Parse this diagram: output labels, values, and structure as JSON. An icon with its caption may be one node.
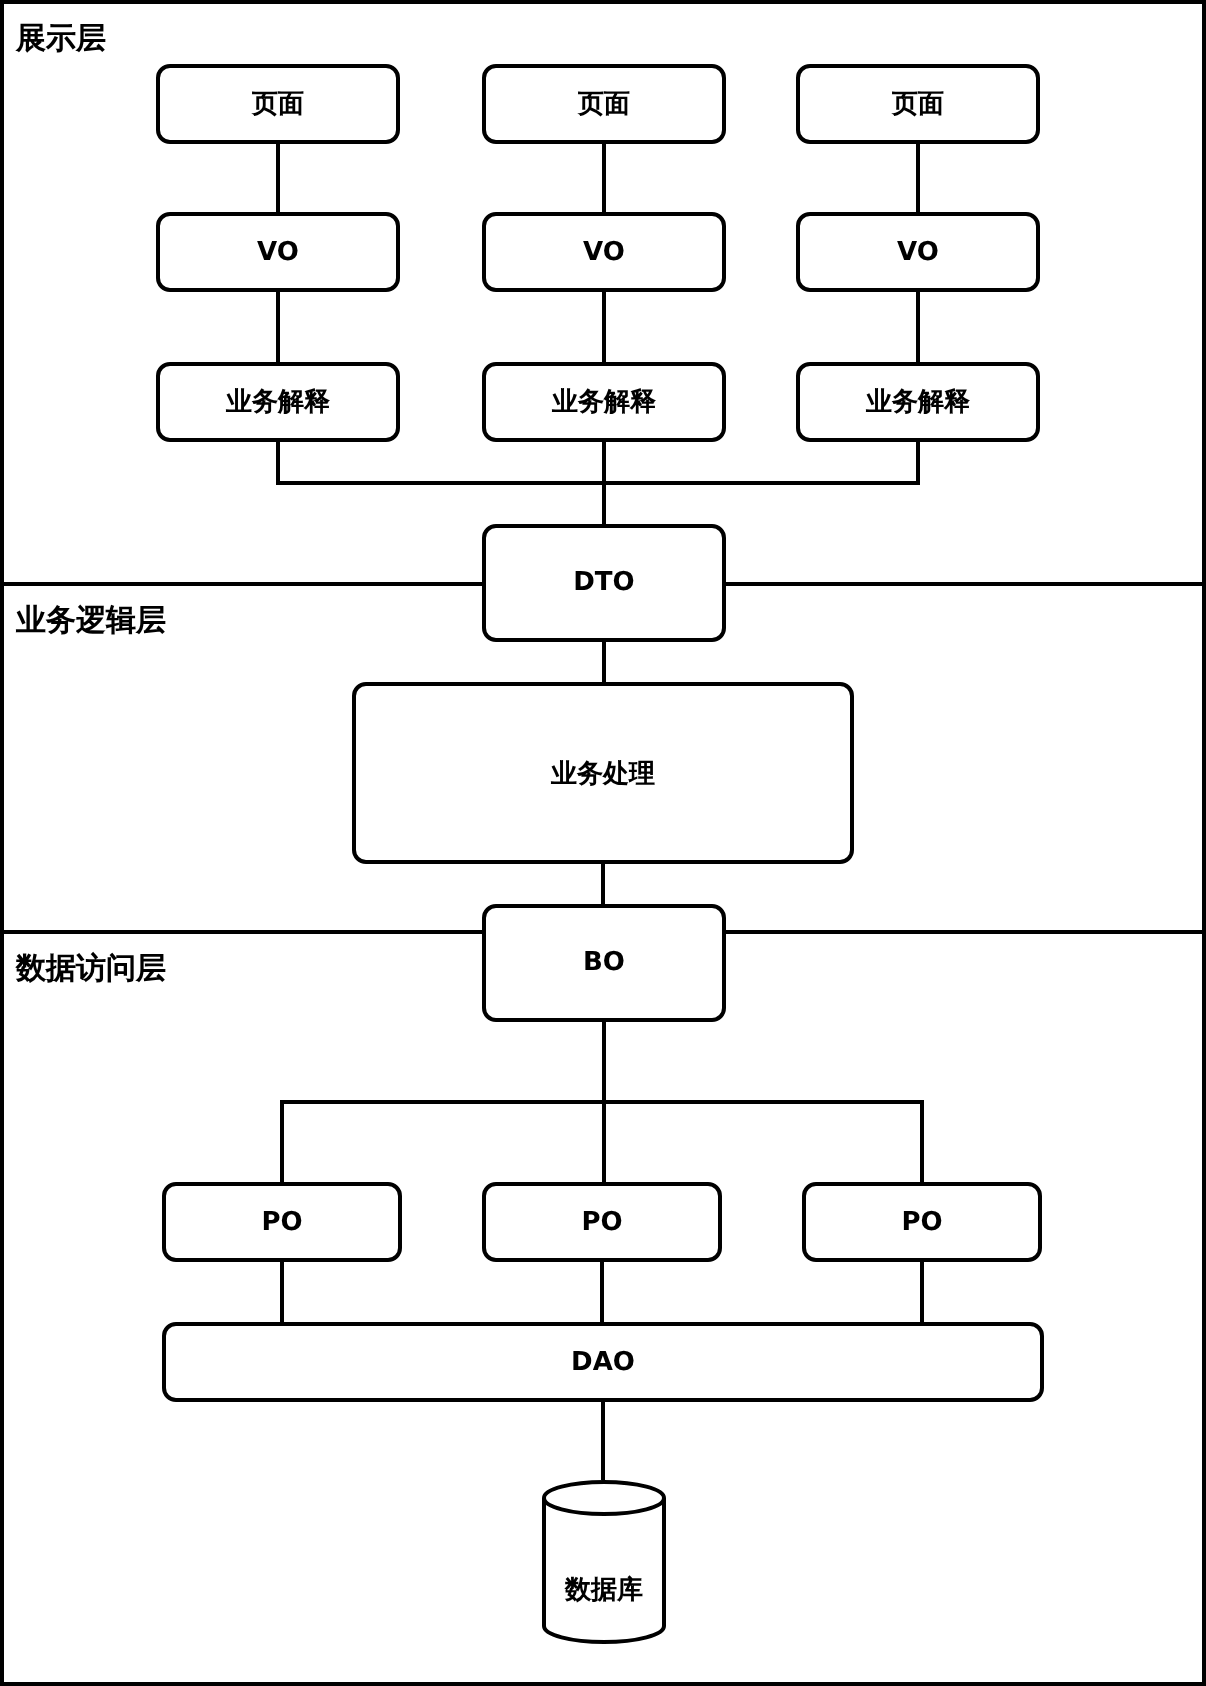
{
  "diagram": {
    "nodes": [
      {
        "text": [
          "展示层"
        ]
      },
      {
        "text": [
          "页面"
        ],
        "in": 0
      },
      {
        "text": [
          "页面"
        ],
        "in": 0
      },
      {
        "text": [
          "页面"
        ],
        "in": 0
      },
      {
        "text": [
          "VO"
        ],
        "in": 0
      },
      {
        "text": [
          "VO"
        ],
        "in": 0
      },
      {
        "text": [
          "VO"
        ],
        "in": 0
      },
      {
        "text": [
          "业务解释"
        ],
        "in": 0
      },
      {
        "text": [
          "业务解释"
        ],
        "in": 0
      },
      {
        "text": [
          "业务解释"
        ],
        "in": 0
      },
      {
        "text": [
          "DTO"
        ]
      },
      {
        "text": [
          "业务逻辑层"
        ]
      },
      {
        "text": [
          "业务处理"
        ],
        "in": 11
      },
      {
        "text": [
          "BO"
        ]
      },
      {
        "text": [
          "数据访问层"
        ]
      },
      {
        "text": [
          "PO"
        ],
        "in": 14
      },
      {
        "text": [
          "PO"
        ],
        "in": 14
      },
      {
        "text": [
          "PO"
        ],
        "in": 14
      },
      {
        "text": [
          "DAO"
        ],
        "in": 14
      },
      {
        "text": [
          "数据库"
        ],
        "in": 14
      }
    ],
    "edges": [
      {
        "from": 1,
        "to": 4,
        "arrow": "none"
      },
      {
        "from": 2,
        "to": 5,
        "arrow": "none"
      },
      {
        "from": 3,
        "to": 6,
        "arrow": "none"
      },
      {
        "from": 4,
        "to": 7,
        "arrow": "none"
      },
      {
        "from": 5,
        "to": 8,
        "arrow": "none"
      },
      {
        "from": 6,
        "to": 9,
        "arrow": "none"
      },
      {
        "from": 7,
        "to": 10,
        "arrow": "none"
      },
      {
        "from": 8,
        "to": 10,
        "arrow": "none"
      },
      {
        "from": 9,
        "to": 10,
        "arrow": "none"
      },
      {
        "from": 10,
        "to": 12,
        "arrow": "none"
      },
      {
        "from": 12,
        "to": 13,
        "arrow": "none"
      },
      {
        "from": 13,
        "to": 15,
        "arrow": "none"
      },
      {
        "from": 13,
        "to": 16,
        "arrow": "none"
      },
      {
        "from": 13,
        "to": 17,
        "arrow": "none"
      },
      {
        "from": 15,
        "to": 18,
        "arrow": "none"
      },
      {
        "from": 16,
        "to": 18,
        "arrow": "none"
      },
      {
        "from": 17,
        "to": 18,
        "arrow": "none"
      },
      {
        "from": 18,
        "to": 19,
        "arrow": "none"
      }
    ]
  }
}
